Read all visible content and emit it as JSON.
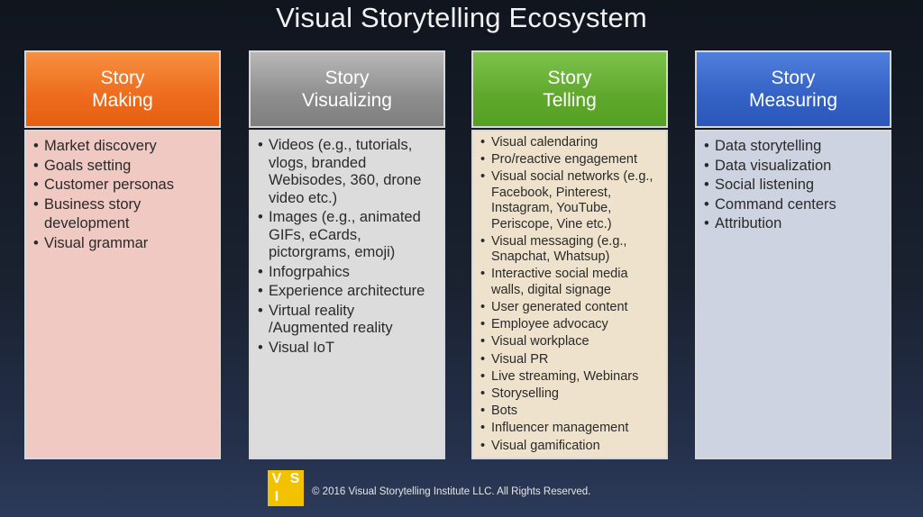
{
  "title": "Visual Storytelling Ecosystem",
  "columns": [
    {
      "header": [
        "Story",
        "Making"
      ],
      "color": "#ee6b1d",
      "items": [
        "Market discovery",
        "Goals setting",
        "Customer personas",
        "Business story development",
        "Visual grammar"
      ]
    },
    {
      "header": [
        "Story",
        "Visualizing"
      ],
      "color": "#8d8d8d",
      "items": [
        "Videos (e.g., tutorials, vlogs, branded Webisodes, 360, drone video etc.)",
        "Images (e.g., animated GIFs, eCards, pictorgrams, emoji)",
        "Infogrpahics",
        "Experience architecture",
        "Virtual reality /Augmented reality",
        "Visual IoT"
      ]
    },
    {
      "header": [
        "Story",
        "Telling"
      ],
      "color": "#5fa82c",
      "items": [
        "Visual calendaring",
        "Pro/reactive engagement",
        "Visual social networks (e.g., Facebook, Pinterest, Instagram, YouTube, Periscope, Vine etc.)",
        "Visual messaging (e.g., Snapchat, Whatsup)",
        "Interactive social media walls, digital signage",
        "User generated content",
        "Employee advocacy",
        "Visual workplace",
        "Visual PR",
        "Live streaming, Webinars",
        "Storyselling",
        "Bots",
        "Influencer management",
        "Visual gamification"
      ]
    },
    {
      "header": [
        "Story",
        "Measuring"
      ],
      "color": "#3461c5",
      "items": [
        "Data storytelling",
        "Data visualization",
        "Social listening",
        "Command centers",
        "Attribution"
      ]
    }
  ],
  "logo": {
    "letters": [
      "V",
      "S",
      "I"
    ],
    "color": "#f2c200"
  },
  "footer": "© 2016 Visual Storytelling Institute LLC. All Rights Reserved."
}
